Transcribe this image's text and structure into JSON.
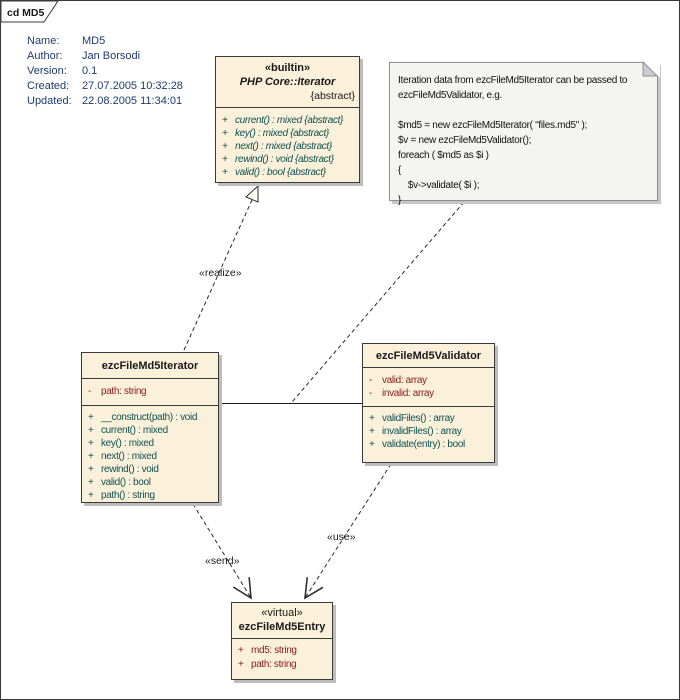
{
  "frame": {
    "label": "cd MD5"
  },
  "metadata": {
    "rows": [
      {
        "label": "Name:",
        "value": "MD5"
      },
      {
        "label": "Author:",
        "value": "Jan Borsodi"
      },
      {
        "label": "Version:",
        "value": "0.1"
      },
      {
        "label": "Created:",
        "value": "27.07.2005 10:32:28"
      },
      {
        "label": "Updated:",
        "value": "22.08.2005 11:34:01"
      }
    ]
  },
  "classes": {
    "php_iterator": {
      "stereotype": "«builtin»",
      "name": "PHP Core::Iterator",
      "modifier": "{abstract}",
      "methods": [
        {
          "vis": "+",
          "text": "current() : mixed {abstract}"
        },
        {
          "vis": "+",
          "text": "key() : mixed {abstract}"
        },
        {
          "vis": "+",
          "text": "next() : mixed {abstract}"
        },
        {
          "vis": "+",
          "text": "rewind() : void {abstract}"
        },
        {
          "vis": "+",
          "text": "valid() : bool {abstract}"
        }
      ]
    },
    "md5_iterator": {
      "name": "ezcFileMd5Iterator",
      "attributes": [
        {
          "vis": "-",
          "text": "path: string"
        }
      ],
      "methods": [
        {
          "vis": "+",
          "text": "__construct(path) : void"
        },
        {
          "vis": "+",
          "text": "current() : mixed"
        },
        {
          "vis": "+",
          "text": "key() : mixed"
        },
        {
          "vis": "+",
          "text": "next() : mixed"
        },
        {
          "vis": "+",
          "text": "rewind() : void"
        },
        {
          "vis": "+",
          "text": "valid() : bool"
        },
        {
          "vis": "+",
          "text": "path() : string"
        }
      ]
    },
    "md5_validator": {
      "name": "ezcFileMd5Validator",
      "attributes": [
        {
          "vis": "-",
          "text": "valid:  array"
        },
        {
          "vis": "-",
          "text": "invalid:  array"
        }
      ],
      "methods": [
        {
          "vis": "+",
          "text": "validFiles() : array"
        },
        {
          "vis": "+",
          "text": "invalidFiles() : array"
        },
        {
          "vis": "+",
          "text": "validate(entry) : bool"
        }
      ]
    },
    "md5_entry": {
      "stereotype": "«virtual»",
      "name": "ezcFileMd5Entry",
      "attributes": [
        {
          "vis": "+",
          "text": "md5: string"
        },
        {
          "vis": "+",
          "text": "path: string"
        }
      ]
    }
  },
  "note": {
    "lines": [
      "Iteration data from ezcFileMd5Iterator can be passed to",
      "ezcFileMd5Validator, e.g.",
      "",
      "$md5 = new ezcFileMd5Iterator( \"files.md5\" );",
      "$v = new ezcFileMd5Validator();",
      "foreach ( $md5 as $i )",
      "{",
      "    $v->validate( $i );",
      "}"
    ]
  },
  "connectors": {
    "realize_label": "«realize»",
    "send_label": "«send»",
    "use_label": "«use»"
  },
  "colors": {
    "class_fill": "#fbf1db",
    "class_border": "#3a3a3a",
    "attribute_text": "#8b1a1a",
    "method_text": "#0e5151",
    "metadata_text": "#1e3c6e",
    "note_fill": "#f4f4f1",
    "shadow": "#bdbdbd",
    "connector": "#2b2b2b"
  }
}
